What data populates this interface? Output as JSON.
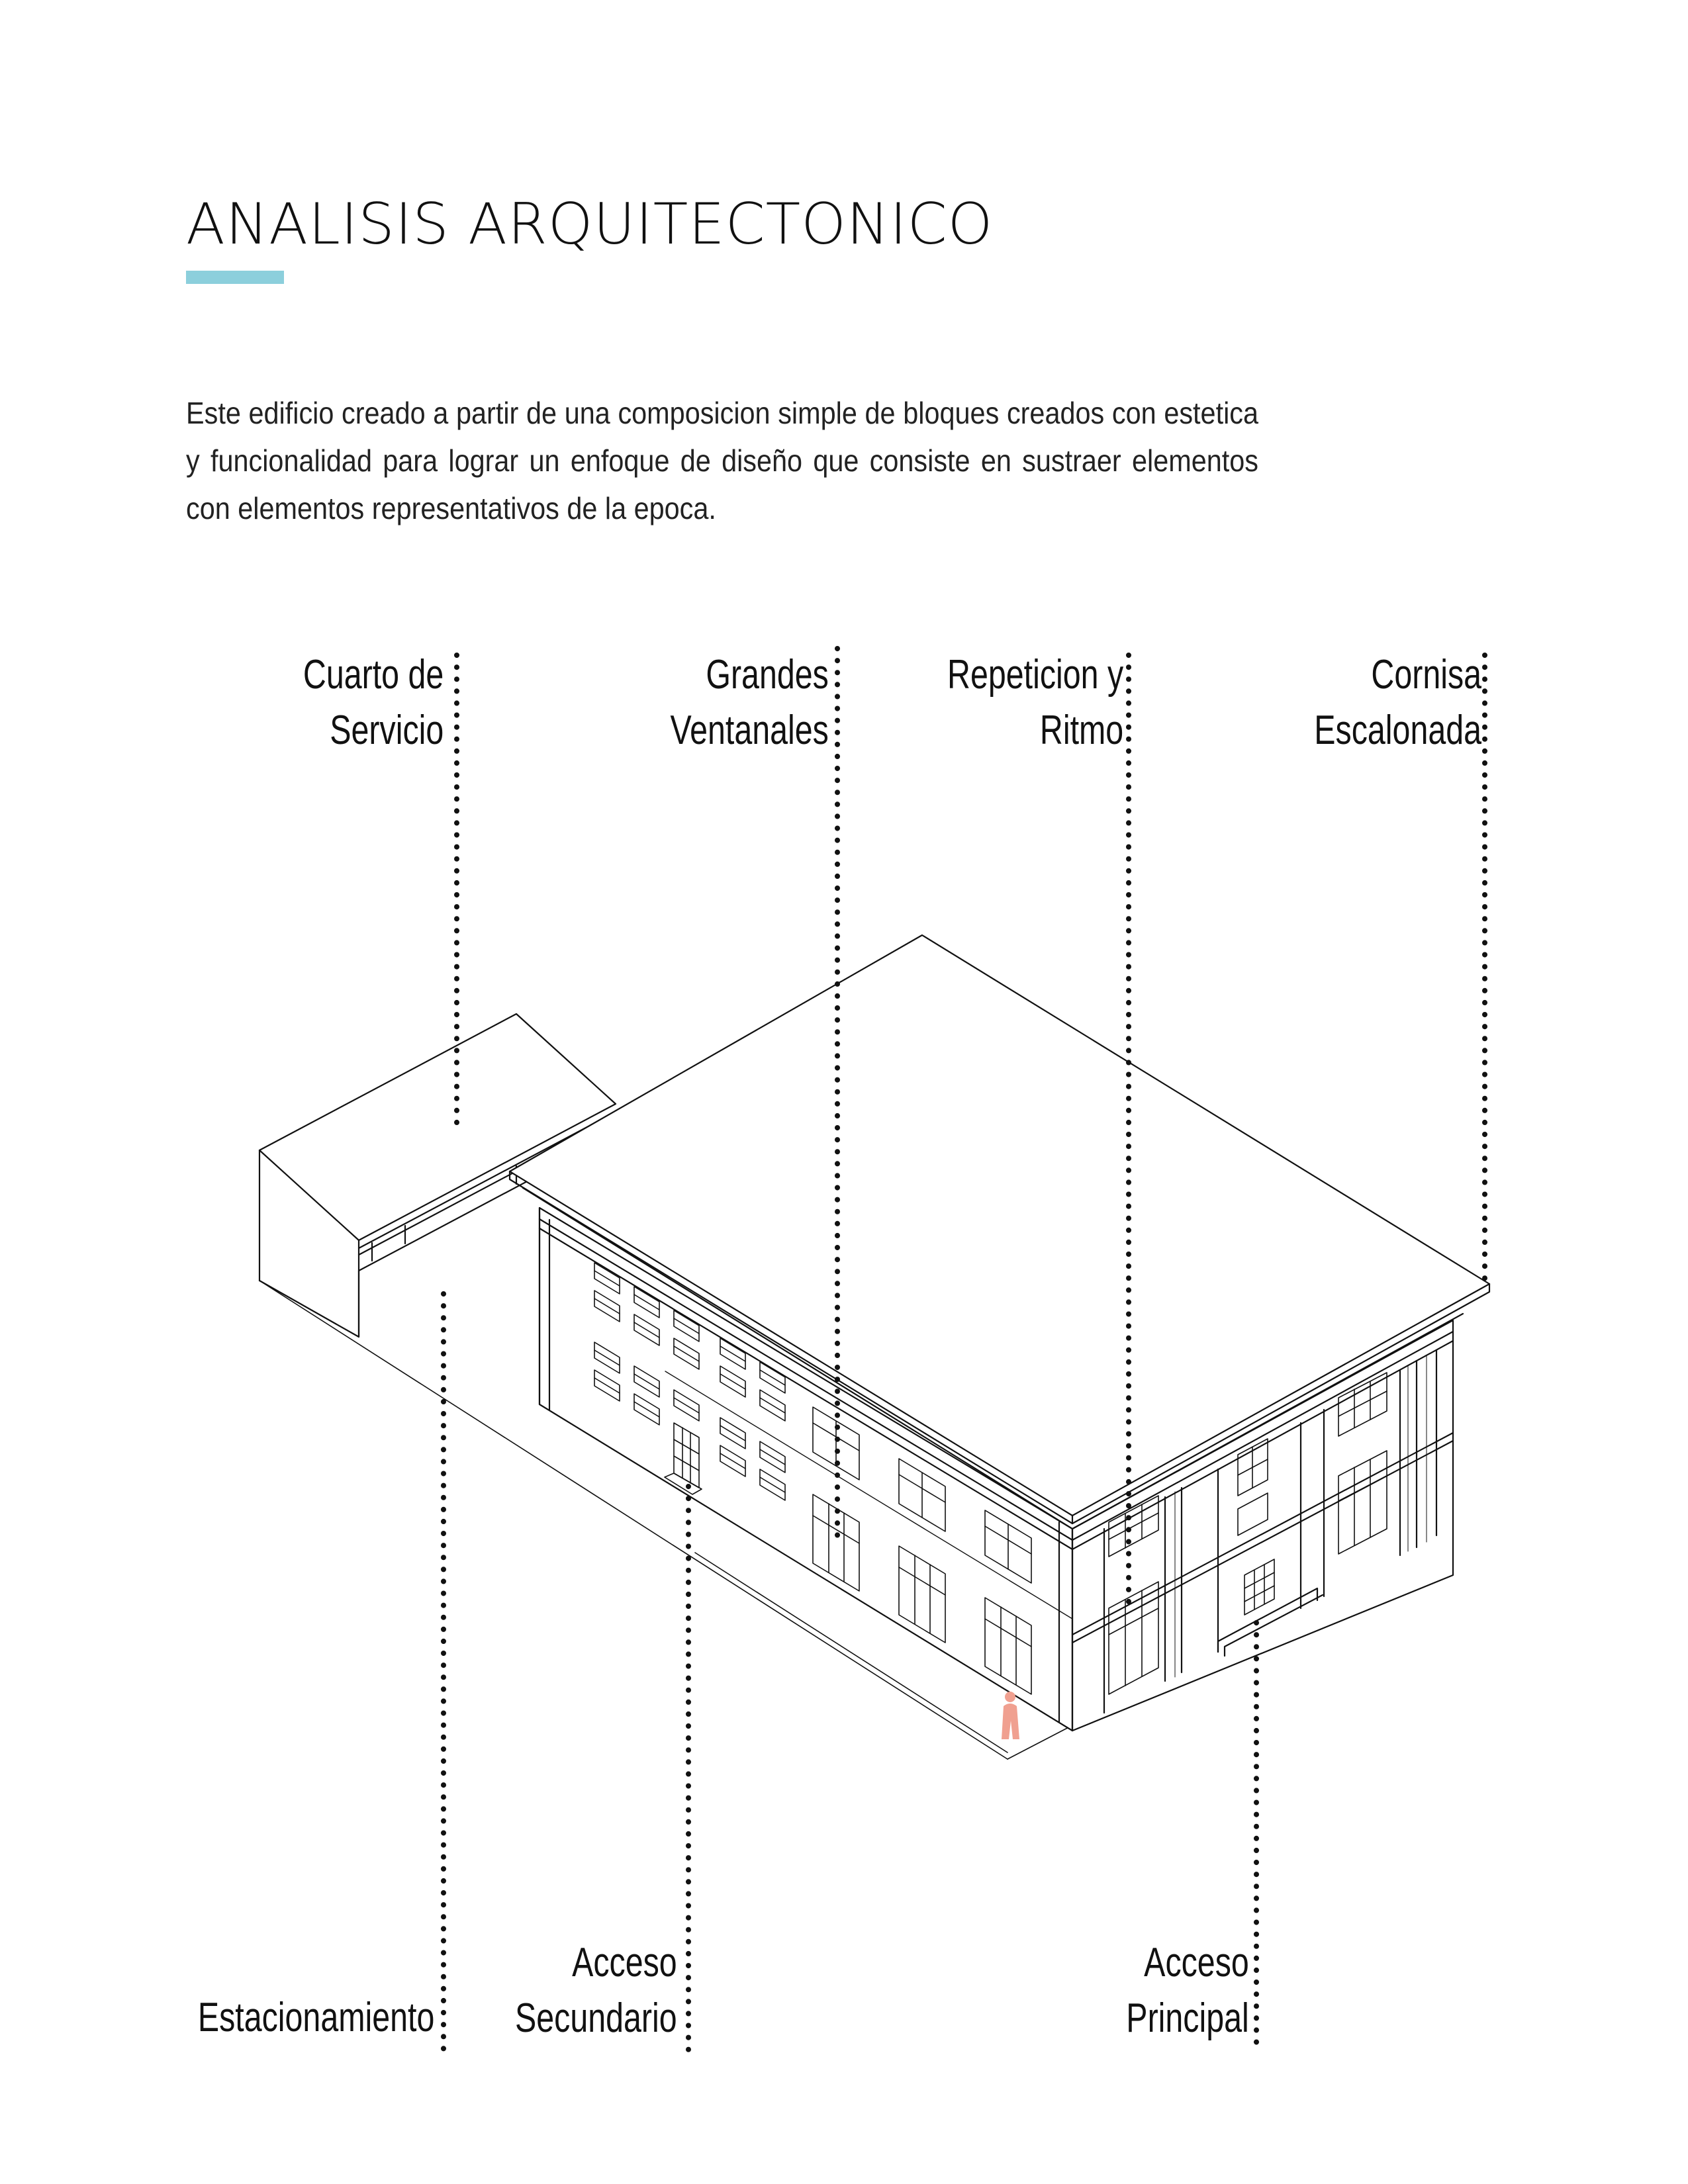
{
  "title": "ANALISIS ARQUITECTONICO",
  "accent_color": "#8ccfdc",
  "intro": "Este edificio creado a partir de una composicion simple de bloques creados con estetica y funcionalidad para lograr un enfoque de diseño que consiste en sustraer elementos con elementos representativos de la epoca.",
  "labels": {
    "cuarto_servicio": [
      "Cuarto de",
      "Servicio"
    ],
    "grandes_ventanales": [
      "Grandes",
      "Ventanales"
    ],
    "repeticion_ritmo": [
      "Repeticion y",
      "Ritmo"
    ],
    "cornisa_escalonada": [
      "Cornisa",
      "Escalonada"
    ],
    "estacionamiento": [
      "Estacionamiento"
    ],
    "acceso_secundario": [
      "Acceso",
      "Secundario"
    ],
    "acceso_principal": [
      "Acceso",
      "Principal"
    ]
  },
  "person_color": "#f0a090"
}
